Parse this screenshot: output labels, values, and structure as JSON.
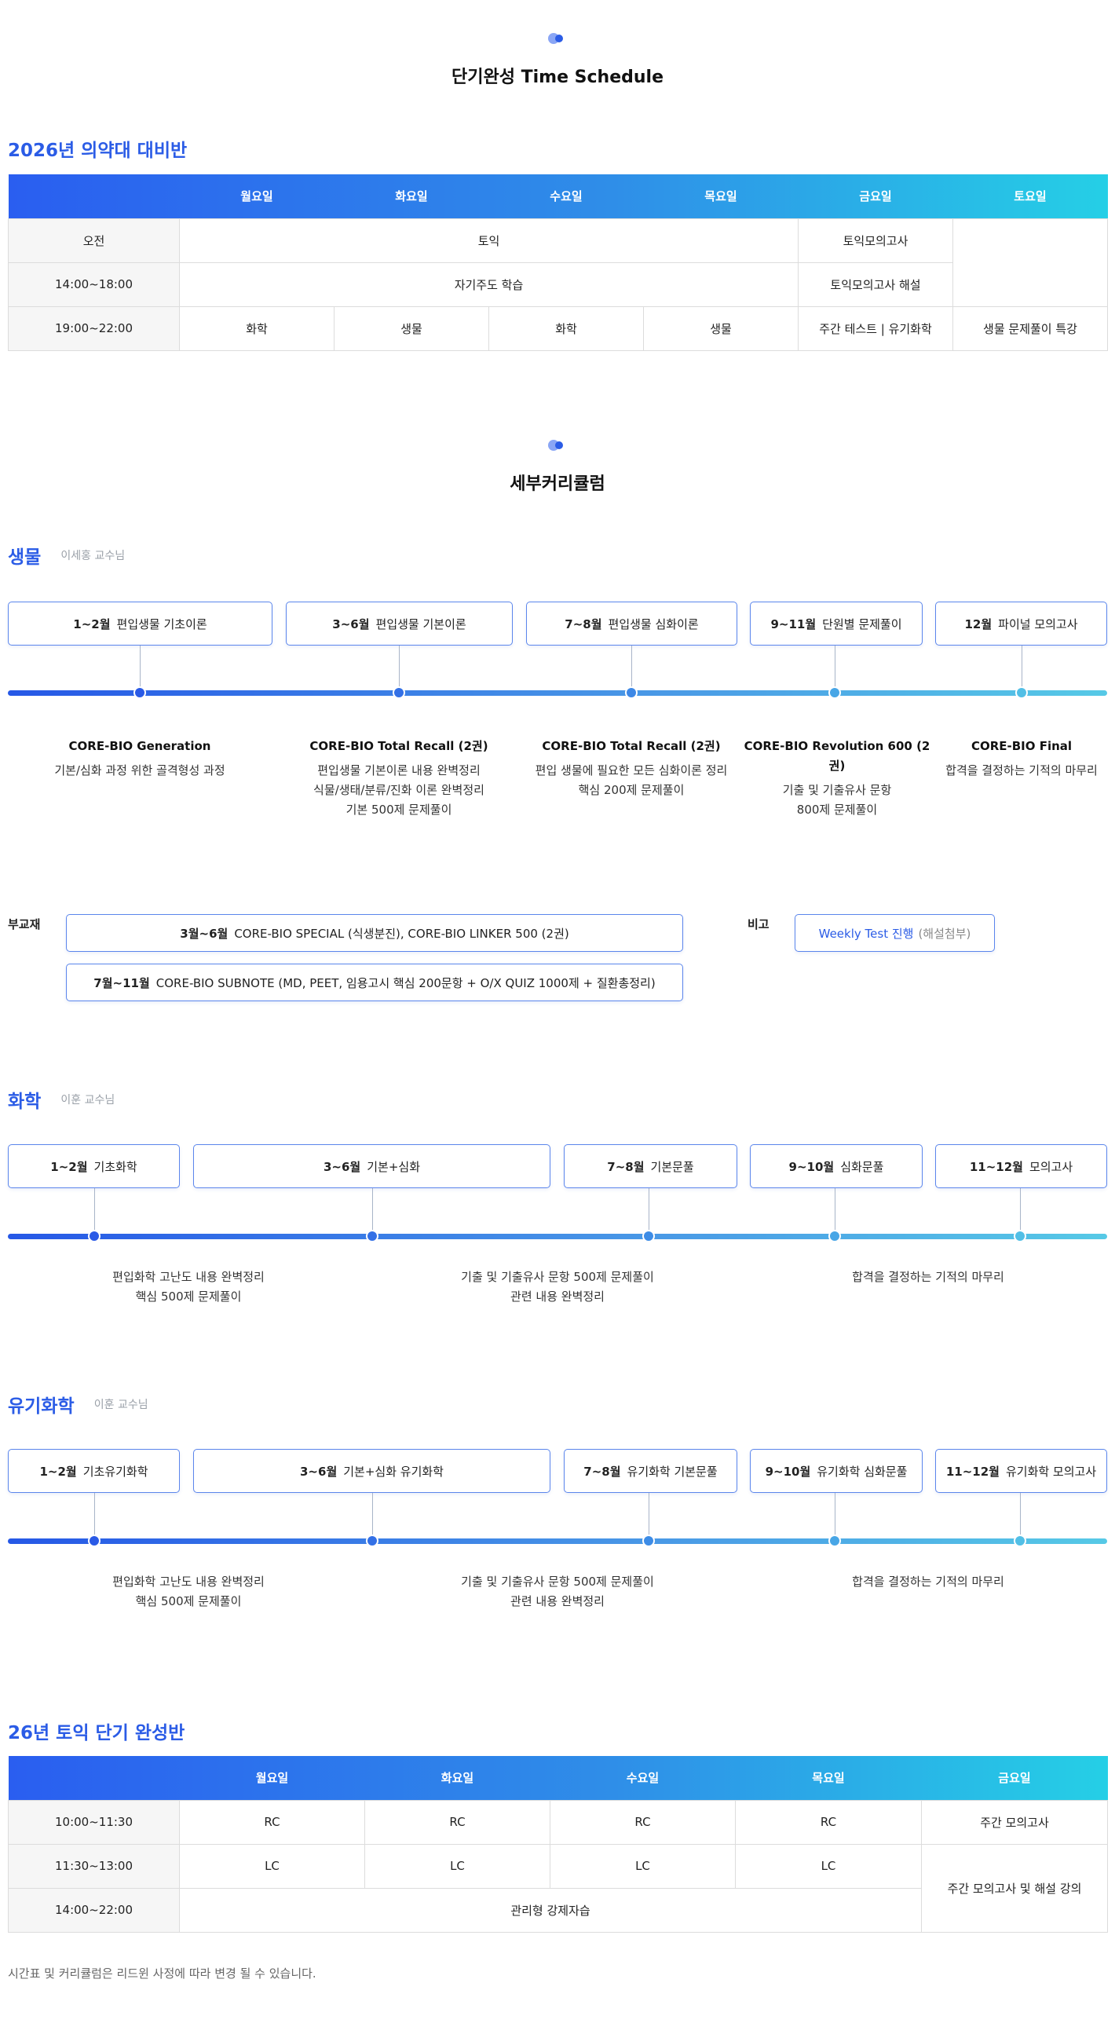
{
  "section1": {
    "title": "단기완성 Time Schedule"
  },
  "schedule_2026": {
    "title": "2026년 의약대 대비반",
    "days": [
      "월요일",
      "화요일",
      "수요일",
      "목요일",
      "금요일",
      "토요일"
    ],
    "rows": [
      {
        "time": "오전",
        "main": "토익",
        "fri": "토익모의고사"
      },
      {
        "time": "14:00~18:00",
        "main": "자기주도 학습",
        "fri": "토익모의고사 해설"
      },
      {
        "time": "19:00~22:00",
        "mon": "화학",
        "tue": "생물",
        "wed": "화학",
        "thu": "생물",
        "fri": "주간 테스트 | 유기화학",
        "sat": "생물 문제풀이 특강"
      }
    ]
  },
  "section2": {
    "title": "세부커리큘럼"
  },
  "bio": {
    "name": "생물",
    "prof": "이세홍 교수님",
    "boxes": [
      {
        "period": "1~2월",
        "label": "편입생물 기초이론"
      },
      {
        "period": "3~6월",
        "label": "편입생물 기본이론"
      },
      {
        "period": "7~8월",
        "label": "편입생물 심화이론"
      },
      {
        "period": "9~11월",
        "label": "단원별 문제풀이"
      },
      {
        "period": "12월",
        "label": "파이널 모의고사"
      }
    ],
    "descs": [
      {
        "title": "CORE-BIO Generation",
        "lines": [
          "기본/심화 과정 위한 골격형성 과정"
        ]
      },
      {
        "title": "CORE-BIO Total Recall (2권)",
        "lines": [
          "편입생물 기본이론 내용 완벽정리",
          "식물/생태/분류/진화 이론 완벽정리",
          "기본 500제 문제풀이"
        ]
      },
      {
        "title": "CORE-BIO Total Recall (2권)",
        "lines": [
          "편입 생물에 필요한 모든 심화이론 정리",
          "핵심 200제 문제풀이"
        ]
      },
      {
        "title": "CORE-BIO Revolution 600 (2권)",
        "lines": [
          "기출 및 기출유사 문항",
          "800제 문제풀이"
        ]
      },
      {
        "title": "CORE-BIO Final",
        "lines": [
          "합격을 결정하는 기적의 마무리"
        ]
      }
    ],
    "sub_label": "부교재",
    "sub_items": [
      {
        "period": "3월~6월",
        "label": "CORE-BIO SPECIAL (식생분진), CORE-BIO LINKER 500 (2권)"
      },
      {
        "period": "7월~11월",
        "label": "CORE-BIO SUBNOTE (MD, PEET, 임용고시 핵심 200문항 + O/X QUIZ 1000제 + 질환총정리)"
      }
    ],
    "note_label": "비고",
    "note_main": "Weekly Test 진행",
    "note_sub": "(해설첨부)"
  },
  "chem": {
    "name": "화학",
    "prof": "이훈 교수님",
    "boxes": [
      {
        "period": "1~2월",
        "label": "기초화학"
      },
      {
        "period": "3~6월",
        "label": "기본+심화"
      },
      {
        "period": "7~8월",
        "label": "기본문풀"
      },
      {
        "period": "9~10월",
        "label": "심화문풀"
      },
      {
        "period": "11~12월",
        "label": "모의고사"
      }
    ],
    "descs": [
      {
        "lines": [
          "편입화학 고난도 내용 완벽정리",
          "핵심 500제 문제풀이"
        ]
      },
      {
        "lines": [
          "기출 및 기출유사 문항 500제 문제풀이",
          "관련 내용 완벽정리"
        ]
      },
      {
        "lines": [
          "합격을 결정하는 기적의 마무리"
        ]
      }
    ]
  },
  "orgchem": {
    "name": "유기화학",
    "prof": "이훈 교수님",
    "boxes": [
      {
        "period": "1~2월",
        "label": "기초유기화학"
      },
      {
        "period": "3~6월",
        "label": "기본+심화 유기화학"
      },
      {
        "period": "7~8월",
        "label": "유기화학 기본문풀"
      },
      {
        "period": "9~10월",
        "label": "유기화학 심화문풀"
      },
      {
        "period": "11~12월",
        "label": "유기화학 모의고사"
      }
    ],
    "descs": [
      {
        "lines": [
          "편입화학 고난도 내용 완벽정리",
          "핵심 500제 문제풀이"
        ]
      },
      {
        "lines": [
          "기출 및 기출유사 문항 500제 문제풀이",
          "관련 내용 완벽정리"
        ]
      },
      {
        "lines": [
          "합격을 결정하는 기적의 마무리"
        ]
      }
    ]
  },
  "toeic": {
    "title": "26년 토익 단기 완성반",
    "days": [
      "월요일",
      "화요일",
      "수요일",
      "목요일",
      "금요일"
    ],
    "rows": [
      {
        "time": "10:00~11:30",
        "cells": [
          "RC",
          "RC",
          "RC",
          "RC"
        ],
        "fri": "주간 모의고사"
      },
      {
        "time": "11:30~13:00",
        "cells": [
          "LC",
          "LC",
          "LC",
          "LC"
        ],
        "fri": "주간 모의고사 및 해설 강의"
      },
      {
        "time": "14:00~22:00",
        "main": "관리형 강제자습"
      }
    ]
  },
  "footer_note": "시간표 및 커리큘럼은 리드윈 사정에 따라 변경 될 수 있습니다.",
  "colors": {
    "accent": "#2b5ce6",
    "gradient_start": "#2a5ef0",
    "gradient_end": "#25cfe6",
    "box_border": "#5b86ec"
  }
}
